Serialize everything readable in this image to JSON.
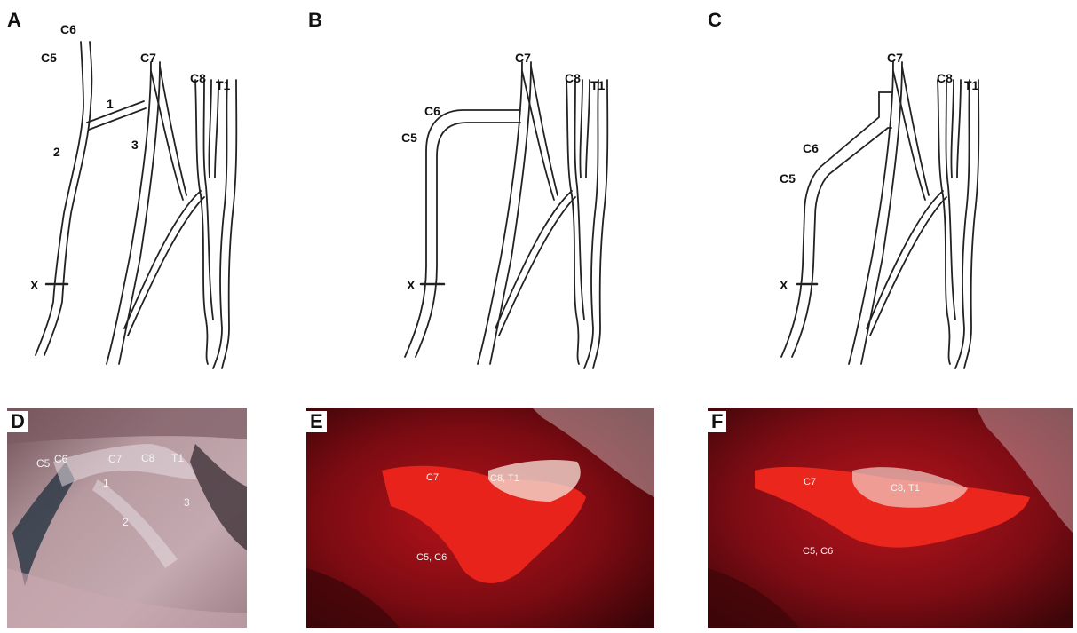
{
  "panels": {
    "A": {
      "letter": "A",
      "c5": "C5",
      "c6": "C6",
      "c7": "C7",
      "c8": "C8",
      "t1": "T1",
      "n1": "1",
      "n2": "2",
      "n3": "3",
      "x": "X"
    },
    "B": {
      "letter": "B",
      "c5": "C5",
      "c6": "C6",
      "c7": "C7",
      "c8": "C8",
      "t1": "T1",
      "x": "X"
    },
    "C": {
      "letter": "C",
      "c5": "C5",
      "c6": "C6",
      "c7": "C7",
      "c8": "C8",
      "t1": "T1",
      "x": "X"
    },
    "D": {
      "letter": "D",
      "c5": "C5",
      "c6": "C6",
      "c7": "C7",
      "c8": "C8",
      "t1": "T1",
      "n1": "1",
      "n2": "2",
      "n3": "3"
    },
    "E": {
      "letter": "E",
      "c7": "C7",
      "c8t1": "C8, T1",
      "c5c6": "C5, C6"
    },
    "F": {
      "letter": "F",
      "c7": "C7",
      "c8t1": "C8, T1",
      "c5c6": "C5, C6"
    }
  },
  "colors": {
    "line": "#222222",
    "tissue_pale": "#b59a9e",
    "tissue_red": "#a0141c",
    "nerve_red": "#e0251c"
  }
}
